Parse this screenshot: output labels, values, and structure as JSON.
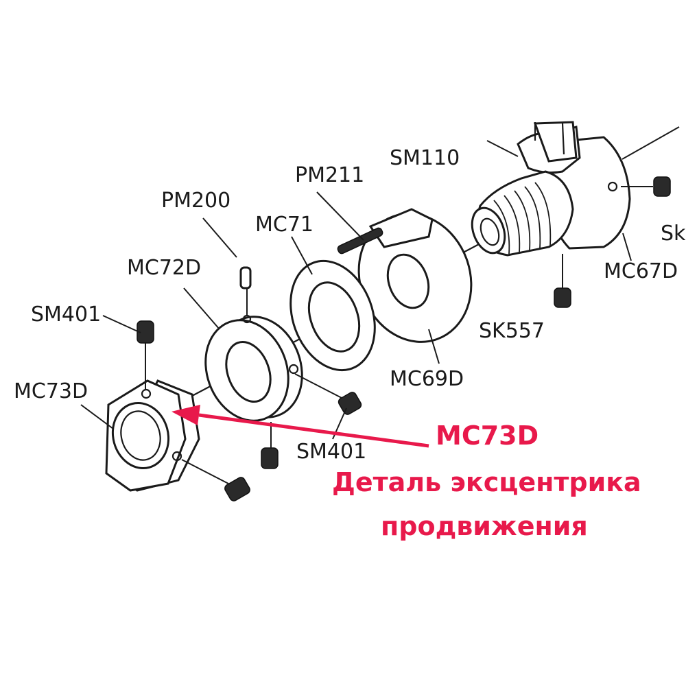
{
  "labels": {
    "sm110": "SM110",
    "pm211": "PM211",
    "pm200": "PM200",
    "mc71": "MC71",
    "mc72d": "MC72D",
    "sm401_top": "SM401",
    "mc73d": "MC73D",
    "sm401_bottom": "SM401",
    "mc69d": "MC69D",
    "sk557": "SK557",
    "mc67d": "MC67D",
    "sk_partial": "Sk"
  },
  "callout": {
    "part_code": "MC73D",
    "line1": "Деталь эксцентрика",
    "line2": "продвижения"
  },
  "colors": {
    "line": "#1a1a1a",
    "callout": "#e8194b",
    "background": "#ffffff"
  }
}
